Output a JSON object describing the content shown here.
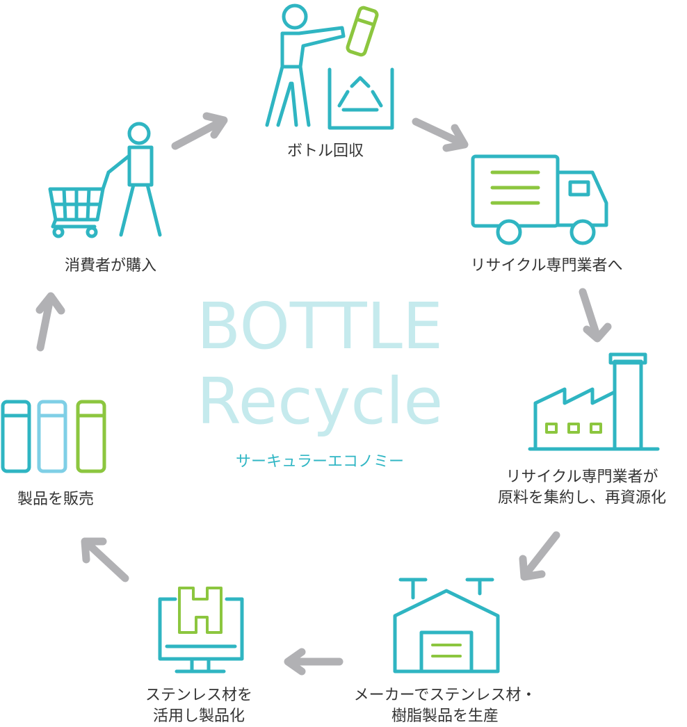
{
  "center": {
    "title_line1": "BOTTLE",
    "title_line2": "Recycle",
    "subtitle": "サーキュラーエコノミー"
  },
  "steps": [
    {
      "id": "collect",
      "icon": "person-recycling-bin-icon",
      "lines": [
        "ボトル回収"
      ]
    },
    {
      "id": "transport",
      "icon": "truck-icon",
      "lines": [
        "リサイクル専門業者へ"
      ]
    },
    {
      "id": "process",
      "icon": "factory-icon",
      "lines": [
        "リサイクル専門業者が",
        "原料を集約し、再資源化"
      ]
    },
    {
      "id": "manufacture",
      "icon": "warehouse-icon",
      "lines": [
        "メーカーでステンレス材・",
        "樹脂製品を生産"
      ]
    },
    {
      "id": "product",
      "icon": "monitor-design-icon",
      "lines": [
        "ステンレス材を",
        "活用し製品化"
      ]
    },
    {
      "id": "sell",
      "icon": "bottles-icon",
      "lines": [
        "製品を販売"
      ]
    },
    {
      "id": "buy",
      "icon": "shopping-cart-person-icon",
      "lines": [
        "消費者が購入"
      ]
    }
  ],
  "colors": {
    "teal": "#2fb5c2",
    "green": "#8cc63f",
    "light_blue": "#7fcfe6",
    "arrow_gray": "#b1b1b4",
    "text": "#333333",
    "title_light": "#c5eaed"
  }
}
